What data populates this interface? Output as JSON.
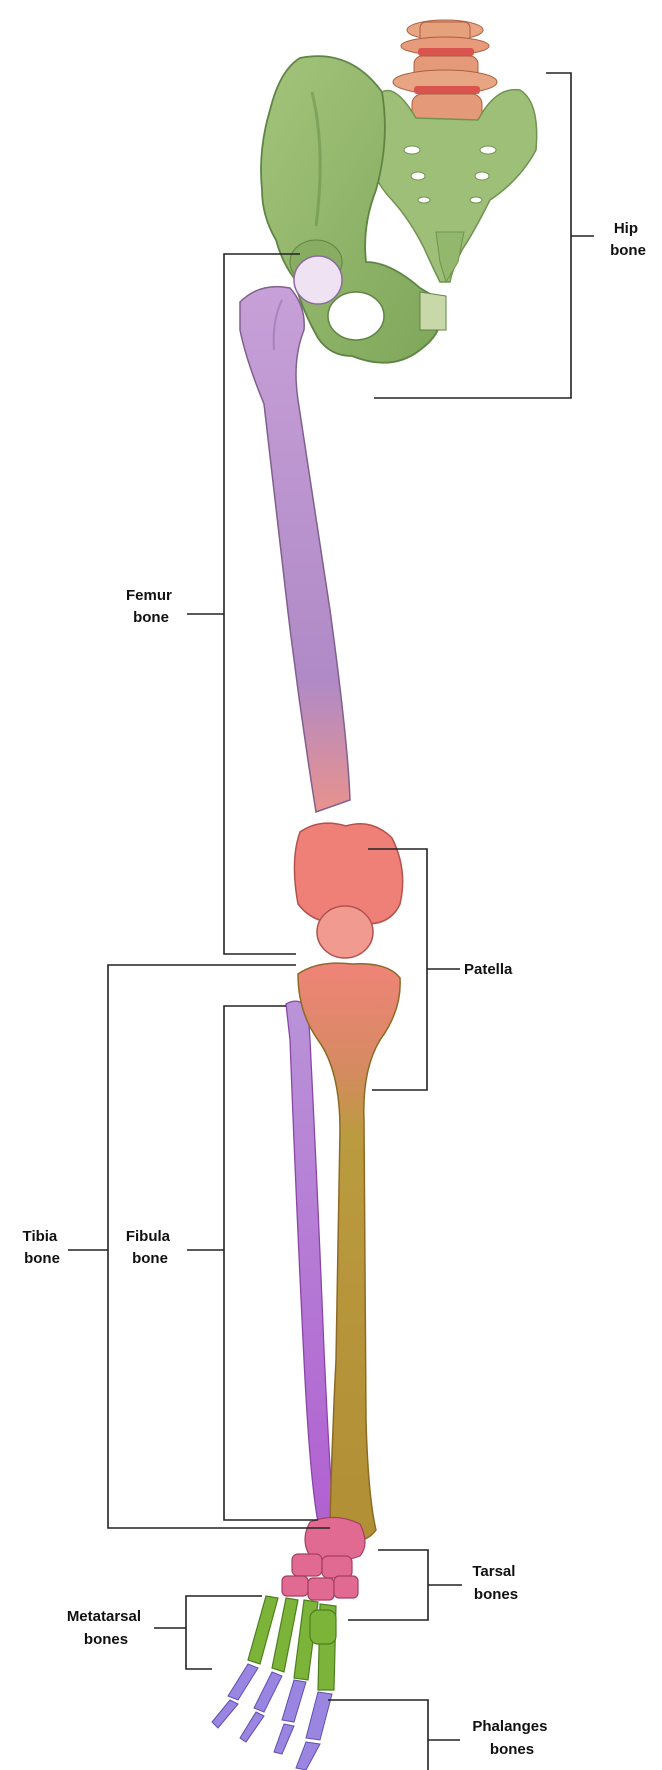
{
  "labels": {
    "hip": [
      "Hip",
      "bone"
    ],
    "femur": [
      "Femur",
      "bone"
    ],
    "patella": [
      "Patella"
    ],
    "tibia": [
      "Tibia",
      "bone"
    ],
    "fibula": [
      "Fibula",
      "bone"
    ],
    "tarsal": [
      "Tarsal",
      "bones"
    ],
    "metatarsal": [
      "Metatarsal",
      "bones"
    ],
    "phalanges": [
      "Phalanges",
      "bones"
    ]
  },
  "colors": {
    "hip": "#8fb36a",
    "sacrum": "#9dbf78",
    "lumbar": "#e79b7a",
    "disc": "#d9534f",
    "femur": "#b48ac8",
    "knee": "#ef8078",
    "tibia": "#b89a3e",
    "fibula": "#b66ad0",
    "tarsal": "#e06a92",
    "metatarsal": "#7cb43a",
    "phalanges": "#9a86e0",
    "leader": "#222222"
  }
}
